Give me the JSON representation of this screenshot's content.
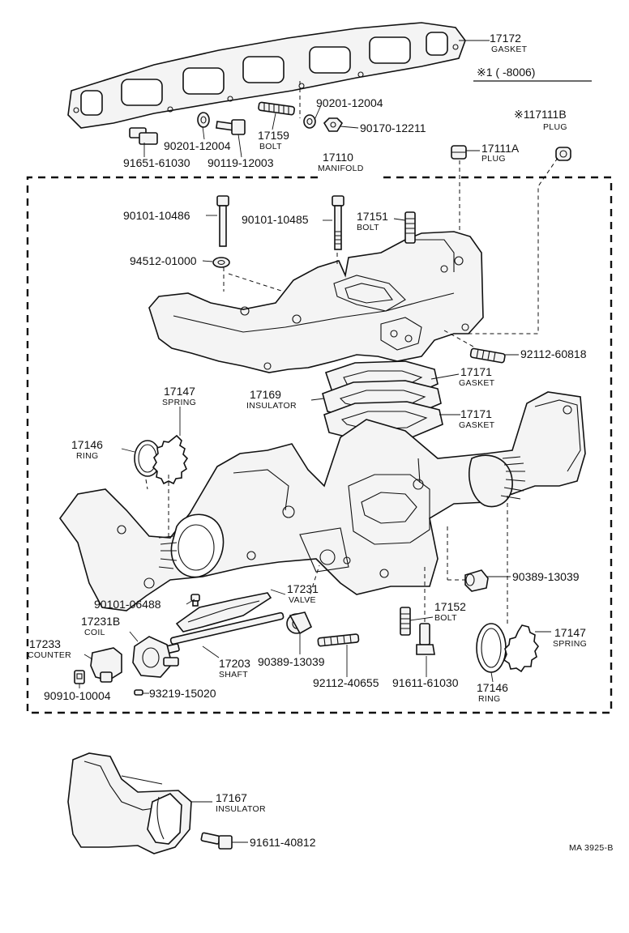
{
  "notes": {
    "applicability": "※1 (      -8006)",
    "drawing_code": "MA 3925-B"
  },
  "parts": {
    "p17172": {
      "number": "17172",
      "name": "GASKET"
    },
    "p90201_a": {
      "number": "90201-12004"
    },
    "p90201_b": {
      "number": "90201-12004"
    },
    "p90170": {
      "number": "90170-12211"
    },
    "p17159": {
      "number": "17159",
      "name": "BOLT"
    },
    "p91651": {
      "number": "91651-61030"
    },
    "p90119": {
      "number": "90119-12003"
    },
    "p17111B": {
      "number": "※117111B",
      "name": "PLUG"
    },
    "p17111A": {
      "number": "17111A",
      "name": "PLUG"
    },
    "p17110": {
      "number": "17110",
      "name": "MANIFOLD"
    },
    "p90101_10486": {
      "number": "90101-10486"
    },
    "p90101_10485": {
      "number": "90101-10485"
    },
    "p17151": {
      "number": "17151",
      "name": "BOLT"
    },
    "p94512": {
      "number": "94512-01000"
    },
    "p92112_60818": {
      "number": "92112-60818"
    },
    "p17171_a": {
      "number": "17171",
      "name": "GASKET"
    },
    "p17169": {
      "number": "17169",
      "name": "INSULATOR"
    },
    "p17171_b": {
      "number": "17171",
      "name": "GASKET"
    },
    "p17147_a": {
      "number": "17147",
      "name": "SPRING"
    },
    "p17146_a": {
      "number": "17146",
      "name": "RING"
    },
    "p90389_a": {
      "number": "90389-13039"
    },
    "p17231": {
      "number": "17231",
      "name": "VALVE"
    },
    "p90101_06488": {
      "number": "90101-06488"
    },
    "p17231B": {
      "number": "17231B",
      "name": "COIL"
    },
    "p17233": {
      "number": "17233",
      "name": "COUNTER"
    },
    "p17203": {
      "number": "17203",
      "name": "SHAFT"
    },
    "p90389_b": {
      "number": "90389-13039"
    },
    "p92112_40655": {
      "number": "92112-40655"
    },
    "p17152": {
      "number": "17152",
      "name": "BOLT"
    },
    "p91611_61030": {
      "number": "91611-61030"
    },
    "p17147_b": {
      "number": "17147",
      "name": "SPRING"
    },
    "p17146_b": {
      "number": "17146",
      "name": "RING"
    },
    "p90910": {
      "number": "90910-10004"
    },
    "p93219": {
      "number": "93219-15020"
    },
    "p17167": {
      "number": "17167",
      "name": "INSULATOR"
    },
    "p91611_40812": {
      "number": "91611-40812"
    }
  }
}
